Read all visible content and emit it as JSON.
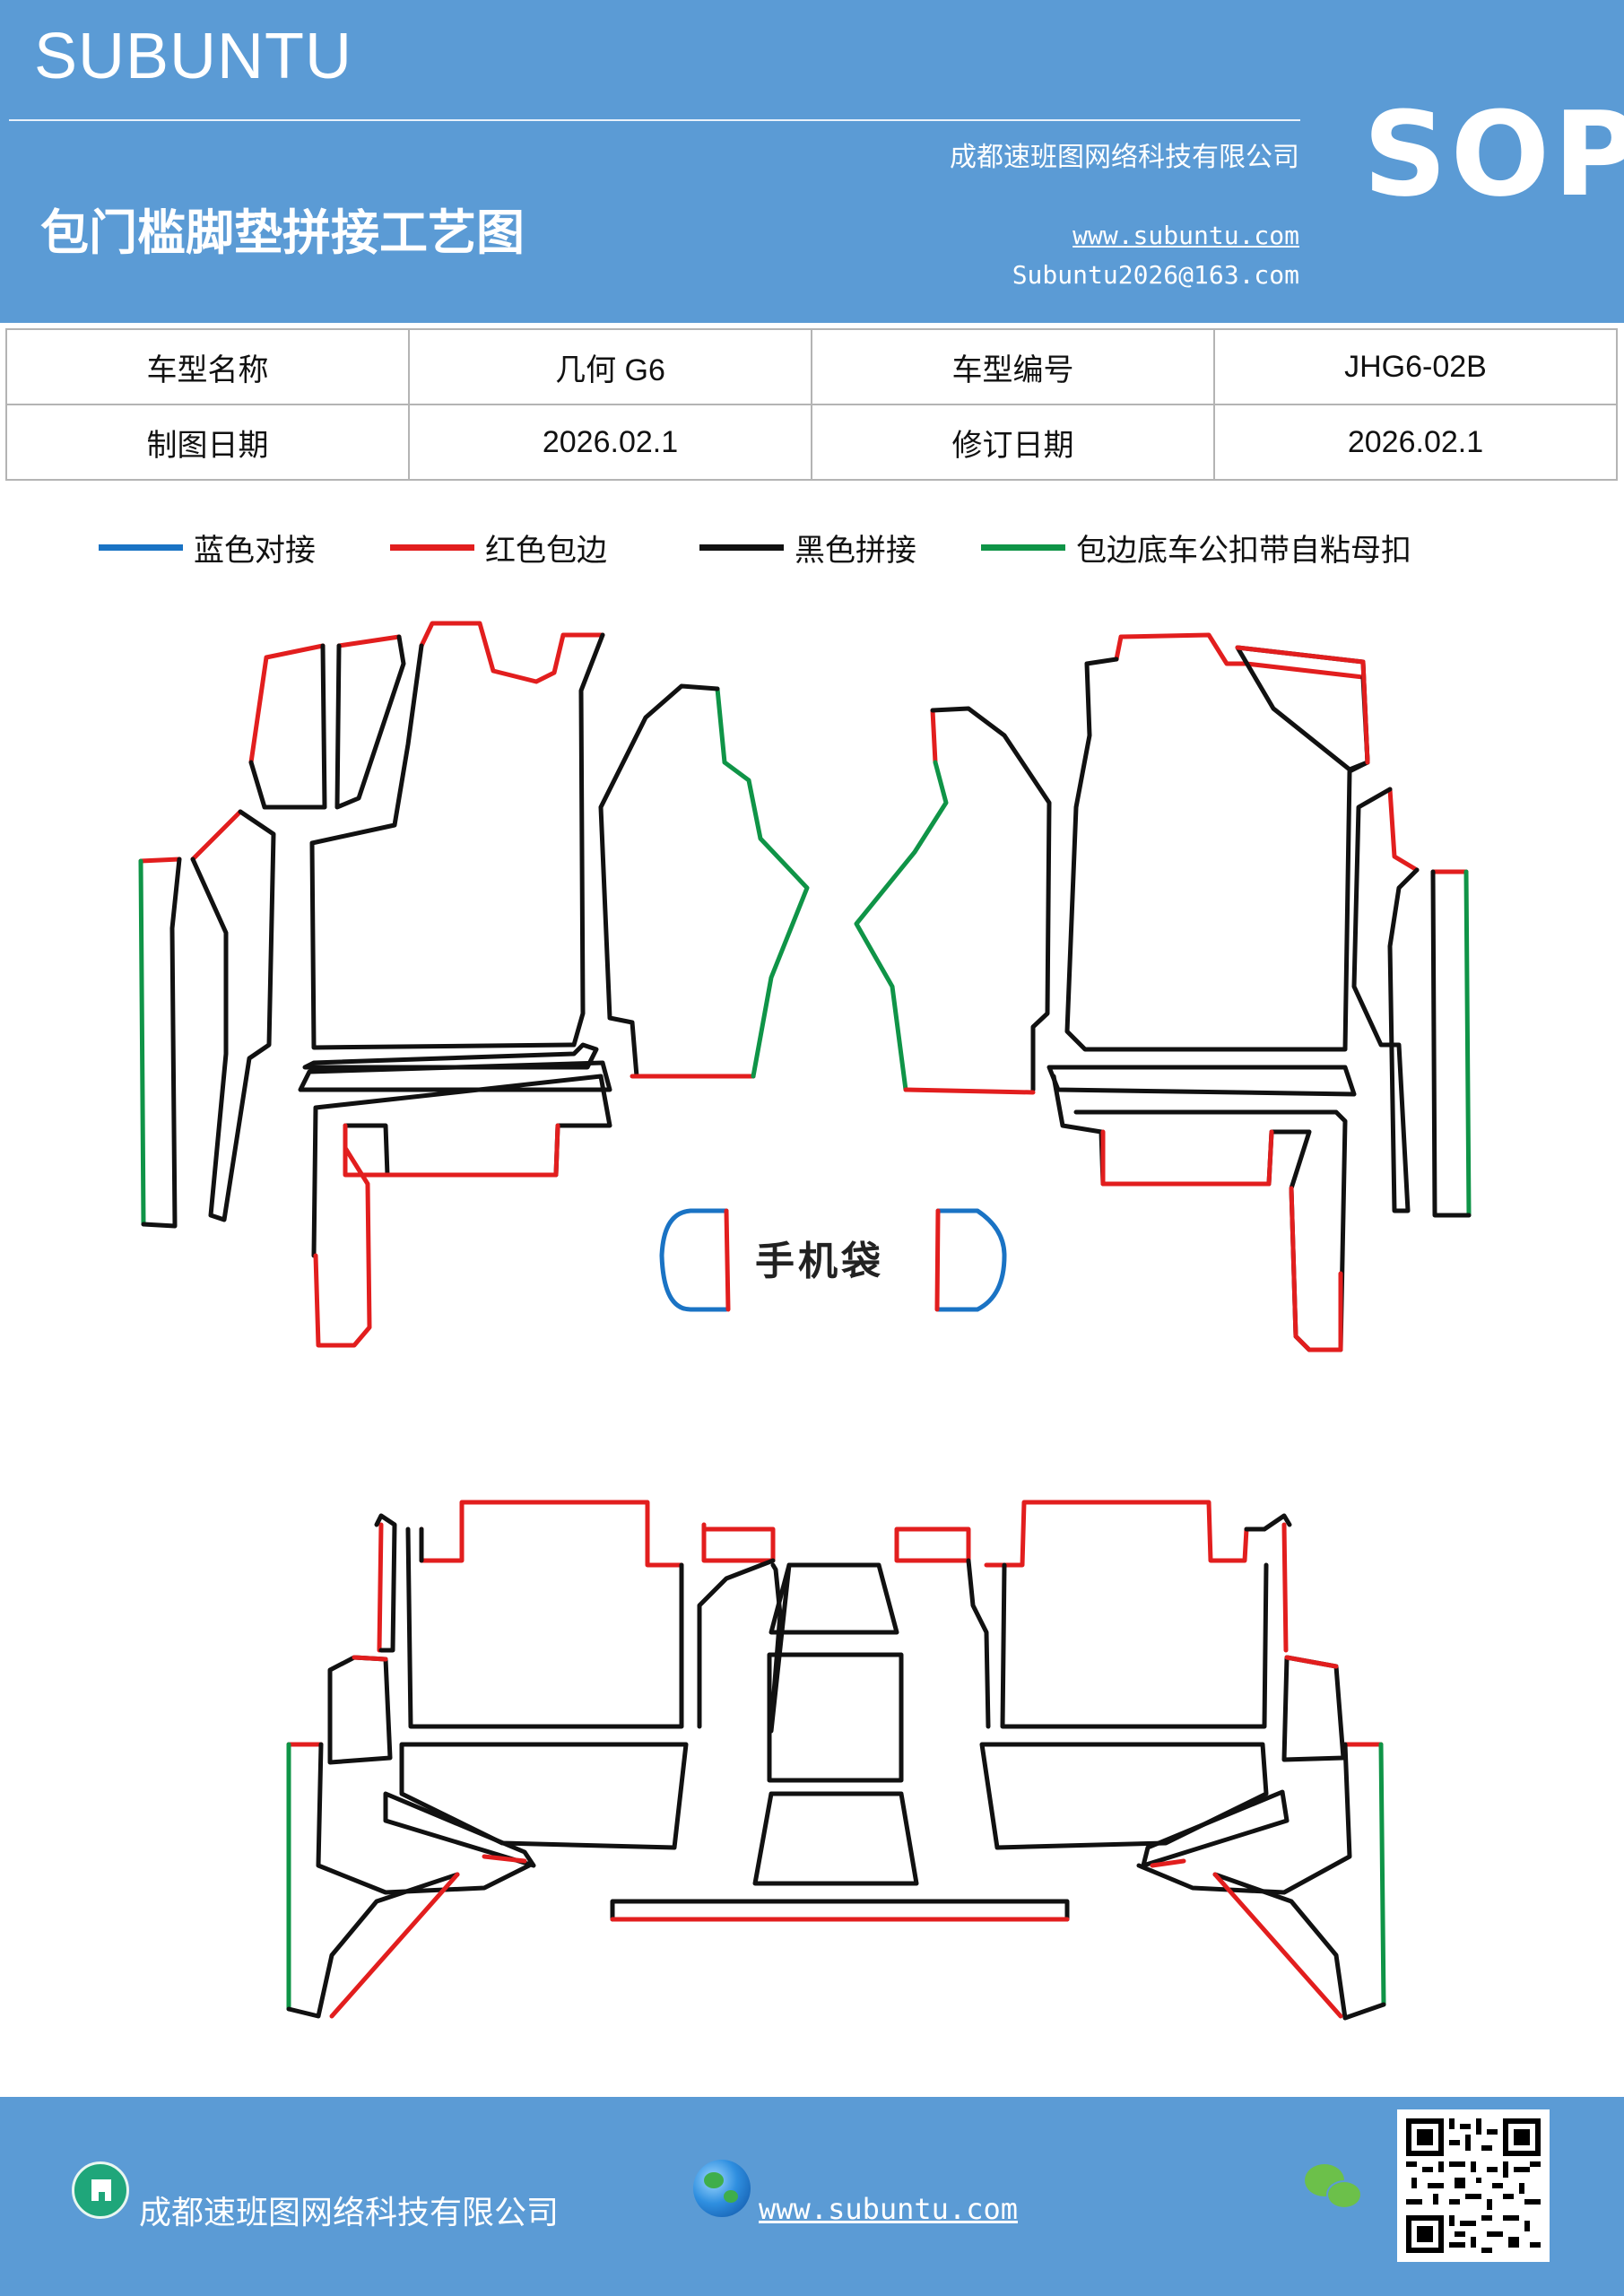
{
  "header": {
    "brand": "SUBUNTU",
    "company": "成都速班图网络科技有限公司",
    "title": "包门槛脚垫拼接工艺图",
    "website": "www.subuntu.com",
    "email": "Subuntu2026@163.com",
    "badge": "SOP"
  },
  "info_table": {
    "rows": [
      [
        "车型名称",
        "几何 G6",
        "车型编号",
        "JHG6-02B"
      ],
      [
        "制图日期",
        "2026.02.1",
        "修订日期",
        "2026.02.1"
      ]
    ]
  },
  "legend": [
    {
      "label": "蓝色对接",
      "color": "#1a73c4"
    },
    {
      "label": "红色包边",
      "color": "#e21e1e"
    },
    {
      "label": "黑色拼接",
      "color": "#111111"
    },
    {
      "label": "包边底车公扣带自粘母扣",
      "color": "#0f9447"
    }
  ],
  "diagram": {
    "phone_bag_label": "手机袋"
  },
  "footer": {
    "company": "成都速班图网络科技有限公司",
    "website": "www.subuntu.com"
  },
  "icons": [
    "building-icon",
    "globe-icon",
    "wechat-icon",
    "qr-code"
  ]
}
